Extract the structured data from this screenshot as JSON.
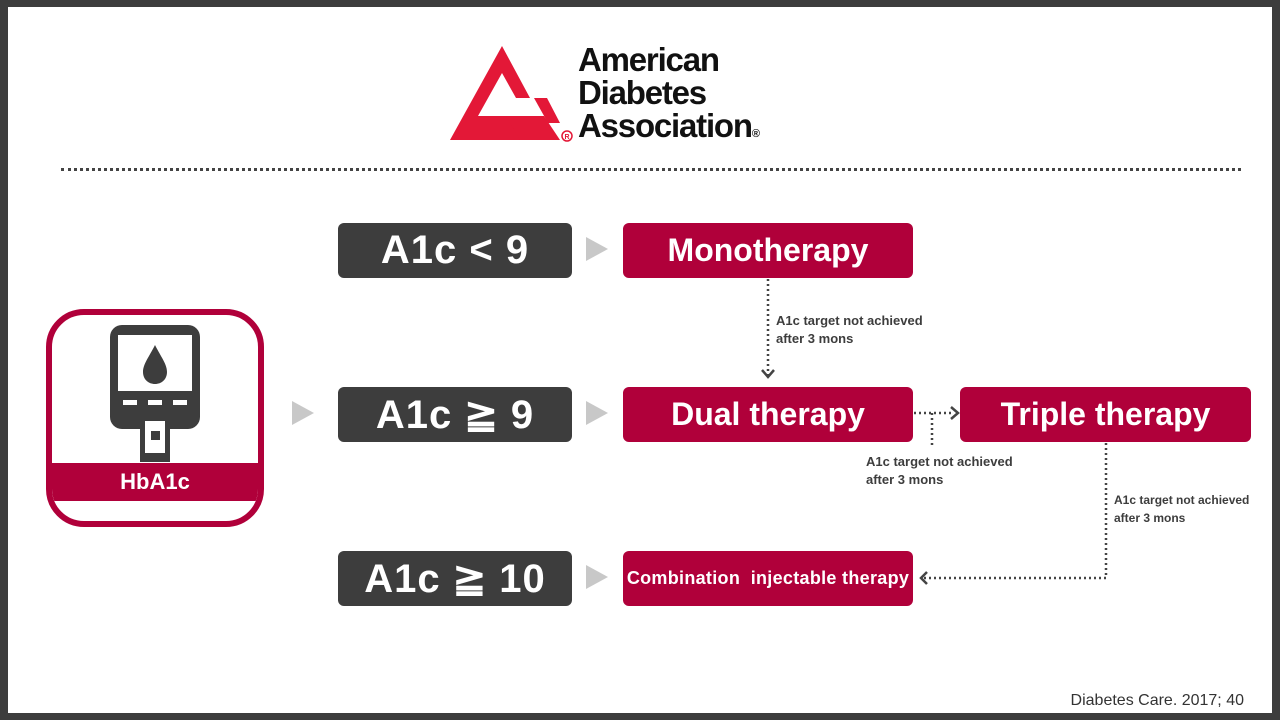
{
  "logo": {
    "name_line1": "American",
    "name_line2": "Diabetes",
    "name_line3": "Association",
    "registered_mark": "®",
    "brand_color": "#e31837"
  },
  "device": {
    "label": "HbA1c",
    "icon": "glucose-meter-icon",
    "accent_color": "#b0003a"
  },
  "conditions": {
    "low": "A1c < 9",
    "mid": "A1c ≧ 9",
    "high": "A1c ≧ 10"
  },
  "therapies": {
    "mono": "Monotherapy",
    "dual": "Dual therapy",
    "triple": "Triple therapy",
    "combination": "Combination  injectable therapy"
  },
  "notes": {
    "mono_to_dual": {
      "line1": "A1c target not achieved",
      "line2": "after 3 mons"
    },
    "dual_to_triple": {
      "line1": "A1c target not achieved",
      "line2": "after 3 mons"
    },
    "triple_to_combination": {
      "line1": "A1c target not achieved",
      "line2": "after 3 mons"
    }
  },
  "citation": "Diabetes Care. 2017; 40",
  "colors": {
    "therapy_box": "#b0003a",
    "condition_box": "#3d3d3d",
    "arrow": "#c8c8c8",
    "connector": "#444444"
  }
}
